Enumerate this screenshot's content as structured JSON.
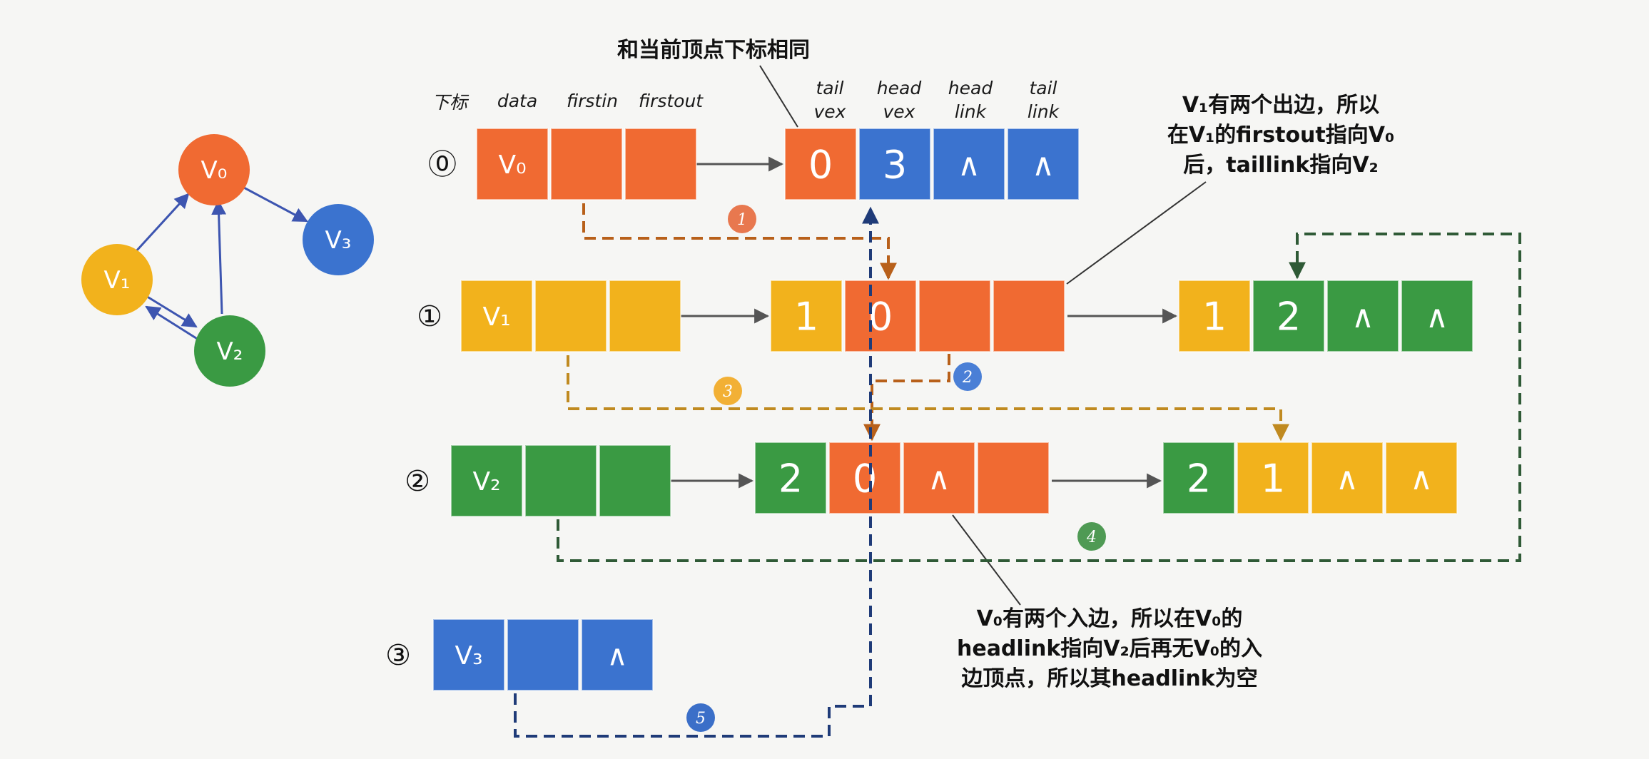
{
  "colors": {
    "orange": "#f06a32",
    "yellow": "#f2b21c",
    "green": "#3a9a43",
    "blue": "#3b73cf",
    "arrow_dark": "#555555",
    "dash_orange": "#b8601a",
    "dash_yellow": "#c08a20",
    "dash_green": "#2f5a36",
    "dash_blue": "#1f3b78",
    "graph_edge": "#3d55b0",
    "badge1": "#e8784f",
    "badge2": "#4a7fd6",
    "badge3": "#f2b035",
    "badge4": "#4f9a54",
    "badge5": "#3b6fc8"
  },
  "header_labels": {
    "index": "下标",
    "data": "data",
    "firstin": "firstin",
    "firstout": "firstout",
    "tailvex_1": "tail",
    "tailvex_2": "vex",
    "headvex_1": "head",
    "headvex_2": "vex",
    "headlink_1": "head",
    "headlink_2": "link",
    "taillink_1": "tail",
    "taillink_2": "link"
  },
  "annotations": {
    "top": "和当前顶点下标相同",
    "right_line1": "V₁有两个出边，所以",
    "right_line2": "在V₁的firstout指向V₀",
    "right_line3": "后，taillink指向V₂",
    "bottom_line1": "V₀有两个入边，所以在V₀的",
    "bottom_line2": "headlink指向V₂后再无V₀的入",
    "bottom_line3": "边顶点，所以其headlink为空"
  },
  "graph": {
    "nodes": [
      {
        "id": "v0",
        "label": "V₀",
        "color": "orange"
      },
      {
        "id": "v1",
        "label": "V₁",
        "color": "yellow"
      },
      {
        "id": "v2",
        "label": "V₂",
        "color": "green"
      },
      {
        "id": "v3",
        "label": "V₃",
        "color": "blue"
      }
    ]
  },
  "vertex_rows": [
    {
      "index": "⓪",
      "data": "V₀",
      "color": "orange",
      "extra": ""
    },
    {
      "index": "①",
      "data": "V₁",
      "color": "yellow",
      "extra": ""
    },
    {
      "index": "②",
      "data": "V₂",
      "color": "green",
      "extra": ""
    },
    {
      "index": "③",
      "data": "V₃",
      "color": "blue",
      "extra": "∧"
    }
  ],
  "edge_nodes": [
    {
      "id": "e03",
      "cells": [
        {
          "text": "0",
          "color": "orange"
        },
        {
          "text": "3",
          "color": "blue"
        },
        {
          "text": "∧",
          "color": "blue"
        },
        {
          "text": "∧",
          "color": "blue"
        }
      ]
    },
    {
      "id": "e10",
      "cells": [
        {
          "text": "1",
          "color": "yellow"
        },
        {
          "text": "0",
          "color": "orange"
        },
        {
          "text": "",
          "color": "orange"
        },
        {
          "text": "",
          "color": "orange"
        }
      ]
    },
    {
      "id": "e12",
      "cells": [
        {
          "text": "1",
          "color": "yellow"
        },
        {
          "text": "2",
          "color": "green"
        },
        {
          "text": "∧",
          "color": "green"
        },
        {
          "text": "∧",
          "color": "green"
        }
      ]
    },
    {
      "id": "e20",
      "cells": [
        {
          "text": "2",
          "color": "green"
        },
        {
          "text": "0",
          "color": "orange"
        },
        {
          "text": "∧",
          "color": "orange"
        },
        {
          "text": "",
          "color": "orange"
        }
      ]
    },
    {
      "id": "e21",
      "cells": [
        {
          "text": "2",
          "color": "green"
        },
        {
          "text": "1",
          "color": "yellow"
        },
        {
          "text": "∧",
          "color": "yellow"
        },
        {
          "text": "∧",
          "color": "yellow"
        }
      ]
    }
  ],
  "badges": [
    "1",
    "2",
    "3",
    "4",
    "5"
  ]
}
